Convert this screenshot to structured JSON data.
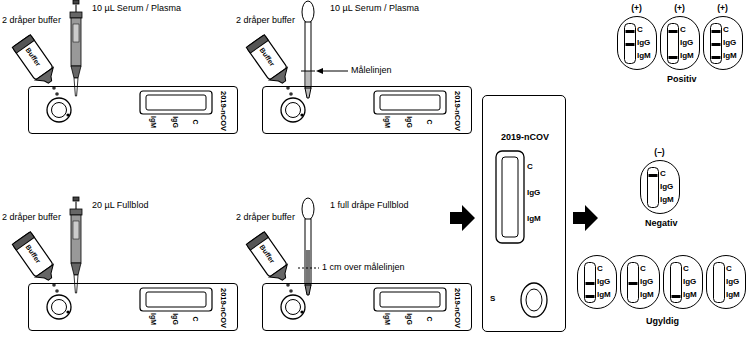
{
  "diagram": {
    "nodes": [
      {
        "text": [
          "2019-nCOV",
          "C",
          "IgG",
          "IgM"
        ]
      },
      {
        "text": [
          "2019-nCOV",
          "C",
          "IgG",
          "IgM"
        ]
      },
      {
        "text": [
          "2019-nCOV",
          "C",
          "IgG",
          "IgM"
        ]
      },
      {
        "text": [
          "2019-nCOV",
          "C",
          "IgG",
          "IgM"
        ]
      },
      {
        "text": [
          "2019-nCOV",
          "C",
          "IgG",
          "IgM",
          "S"
        ]
      },
      {
        "text": [
          "(+)",
          "C",
          "IgG",
          "IgM"
        ]
      },
      {
        "text": [
          "(+)",
          "C",
          "IgG",
          "IgM"
        ]
      },
      {
        "text": [
          "(+)",
          "C",
          "IgG",
          "IgM"
        ]
      },
      {
        "text": [
          "(–)",
          "C",
          "IgG",
          "IgM"
        ]
      },
      {
        "text": [
          "C",
          "IgG",
          "IgM"
        ]
      },
      {
        "text": [
          "C",
          "IgG",
          "IgM"
        ]
      },
      {
        "text": [
          "C",
          "IgG",
          "IgM"
        ]
      },
      {
        "text": [
          "C",
          "IgG",
          "IgM"
        ]
      }
    ],
    "labels": [
      "10 µL Serum / Plasma",
      "2 dråper buffer",
      "Buffer",
      "2 dråper buffer",
      "10 µL Serum / Plasma",
      "Målelinjen",
      "Buffer",
      "2 dråper buffer",
      "20 µL Fullblod",
      "Buffer",
      "2 dråper buffer",
      "1 full dråpe Fullblod",
      "1 cm over målelinjen",
      "Buffer",
      "Positiv",
      "Negativ",
      "Ugyldig"
    ]
  }
}
